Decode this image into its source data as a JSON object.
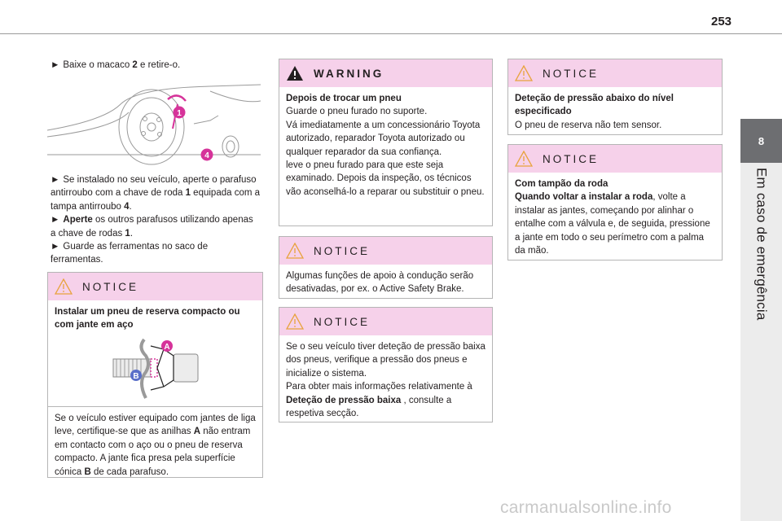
{
  "page": {
    "number": "253"
  },
  "chapter": {
    "number": "8",
    "title": "Em caso de emergência"
  },
  "left": {
    "step1_pre": "Baixe o macaco ",
    "step1_bold": "2",
    "step1_post": " e retire-o.",
    "para2_line1": "Se instalado no seu veículo, aperte o parafuso antirroubo com a chave de roda ",
    "para2_bold1": "1",
    "para2_line2": " equipada com a tampa antirroubo ",
    "para2_bold2": "4",
    "para2_line3": ".",
    "para3_bold": "Aperte",
    "para3_text": " os outros parafusos utilizando apenas a chave de rodas ",
    "para3_bold2": "1",
    "para3_end": ".",
    "para4": "Guarde as ferramentas no saco de ferramentas.",
    "figure1": {
      "label1": "1",
      "label4": "4"
    },
    "notice": {
      "heading": "NOTICE",
      "title": "Instalar um pneu de reserva compacto ou com jante em aço",
      "figure": {
        "labelA": "A",
        "labelB": "B"
      },
      "text_pre": "Se o veículo estiver equipado com jantes de liga leve, certifique-se que as anilhas ",
      "text_A": "A",
      "text_mid": " não entram em contacto com o aço ou o pneu de reserva compacto. A jante fica presa pela superfície cónica ",
      "text_B": "B",
      "text_end": " de cada parafuso."
    }
  },
  "middle": {
    "warning": {
      "heading": "WARNING",
      "title": "Depois de trocar um pneu",
      "text": "Guarde o pneu furado no suporte.\nVá imediatamente a um concessionário Toyota autorizado, reparador Toyota autorizado ou qualquer reparador da sua confiança.\nleve o pneu furado para que este seja examinado. Depois da inspeção, os técnicos vão aconselhá-lo a reparar ou substituir o pneu."
    },
    "notice1": {
      "heading": "NOTICE",
      "text": "Algumas funções de apoio à condução serão desativadas, por ex. o Active Safety Brake."
    },
    "notice2": {
      "heading": "NOTICE",
      "text1": "Se o seu veículo tiver deteção de pressão baixa dos pneus, verifique a pressão dos pneus e inicialize o sistema.\nPara obter mais informações relativamente à ",
      "bold": "Deteção de pressão baixa",
      "text2": " , consulte a respetiva secção."
    }
  },
  "right": {
    "notice1": {
      "heading": "NOTICE",
      "title": "Deteção de pressão abaixo do nível especificado",
      "text": "O pneu de reserva não tem sensor."
    },
    "notice2": {
      "heading": "NOTICE",
      "title": "Com tampão da roda",
      "bold": "Quando voltar a instalar a roda",
      "text": ", volte a instalar as jantes, começando por alinhar o entalhe com a válvula e, de seguida, pressione a jante em todo o seu perímetro com a palma da mão."
    }
  },
  "watermark": "carmanualsonline.info",
  "colors": {
    "notice_header": "#f6d1ea",
    "accent_magenta": "#d6339a",
    "tab_gray": "#6d6e71"
  }
}
